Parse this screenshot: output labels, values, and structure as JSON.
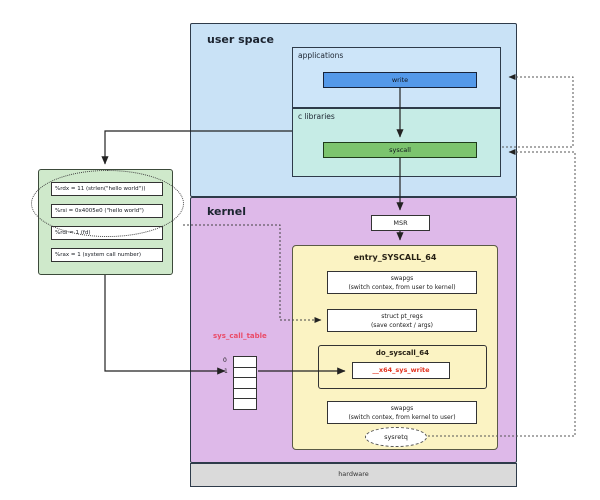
{
  "user_space": {
    "label": "user space",
    "applications": {
      "label": "applications",
      "write": "write"
    },
    "c_libraries": {
      "label": "c libraries",
      "syscall": "syscall"
    }
  },
  "kernel": {
    "label": "kernel",
    "msr": "MSR",
    "entry_syscall_64": {
      "title": "entry_SYSCALL_64",
      "swapgs_enter_line1": "swapgs",
      "swapgs_enter_line2": "(switch contex, from user to kernel)",
      "pt_regs_line1": "struct pt_regs",
      "pt_regs_line2": "(save context / args)",
      "do_syscall_64": "do_syscall_64",
      "sys_write_handler": "__x64_sys_write",
      "swapgs_exit_line1": "swapgs",
      "swapgs_exit_line2": "(switch contex, from kernel to user)",
      "sysretq": "sysretq"
    },
    "sys_call_table": {
      "label": "sys_call_table",
      "index_0": "0",
      "index_1": "1"
    }
  },
  "hardware": {
    "label": "hardware"
  },
  "registers": {
    "rdx": "%rdx = 11 (strlen(\"hello world\"))",
    "rsi": "%rsi = 0x4005e0 (\"hello world\")",
    "rdi": "%rdi = 1 (fd)",
    "rax": "%rax = 1 (system call number)"
  },
  "colors": {
    "user_space_bg": "#c9e2f6",
    "c_libraries_bg": "#c6ece6",
    "write_button_bg": "#5499e9",
    "syscall_button_bg": "#7cc46e",
    "kernel_bg": "#deb9e9",
    "entry_box_bg": "#fbf3c3",
    "registers_bg": "#cfe9cb",
    "hardware_bg": "#dadada",
    "sys_call_table_label": "#ea4b68",
    "handler_text": "#e2331f"
  }
}
